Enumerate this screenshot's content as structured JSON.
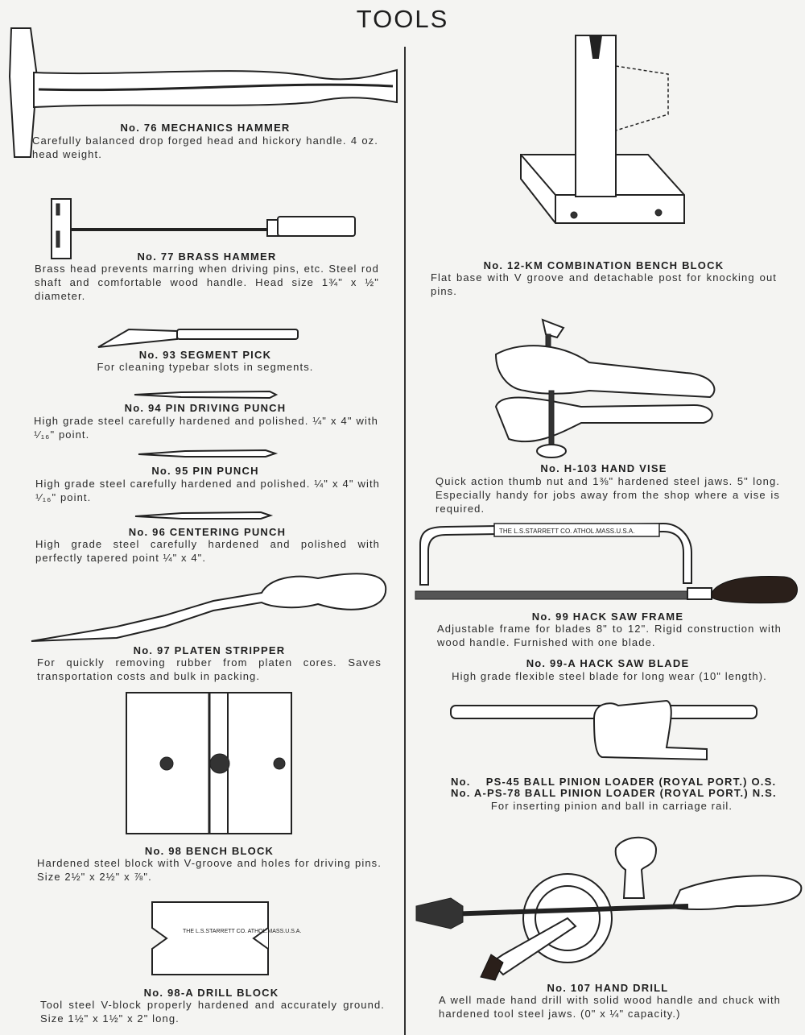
{
  "page_title": "TOOLS",
  "left_items": [
    {
      "heading": "No. 76 MECHANICS HAMMER",
      "description": "Carefully balanced drop forged head and hickory handle. 4 oz. head weight."
    },
    {
      "heading": "No. 77 BRASS HAMMER",
      "description": "Brass head prevents marring when driving pins, etc. Steel rod shaft and comfortable wood handle. Head size 1¾\" x ½\" diameter."
    },
    {
      "heading": "No. 93 SEGMENT PICK",
      "description": "For cleaning typebar slots in segments."
    },
    {
      "heading": "No. 94 PIN DRIVING PUNCH",
      "description": "High grade steel carefully hardened and polished. ¼\" x 4\" with ¹⁄₁₆\" point."
    },
    {
      "heading": "No. 95 PIN PUNCH",
      "description": "High grade steel carefully hardened and polished. ¼\" x 4\" with ¹⁄₁₆\" point."
    },
    {
      "heading": "No. 96 CENTERING PUNCH",
      "description": "High grade steel carefully hardened and polished with perfectly tapered point ¼\" x 4\"."
    },
    {
      "heading": "No. 97 PLATEN STRIPPER",
      "description": "For quickly removing rubber from platen cores. Saves transportation costs and bulk in packing."
    },
    {
      "heading": "No. 98 BENCH BLOCK",
      "description": "Hardened steel block with V-groove and holes for driving pins. Size 2½\" x 2½\" x ⅞\"."
    },
    {
      "heading": "No. 98-A DRILL BLOCK",
      "description": "Tool steel V-block properly hardened and accurately ground. Size 1½\" x 1½\" x 2\" long."
    }
  ],
  "right_items": [
    {
      "heading": "No. 12-KM COMBINATION BENCH BLOCK",
      "description": "Flat base with V groove and detachable post for knocking out pins."
    },
    {
      "heading": "No. H-103 HAND VISE",
      "description": "Quick action thumb nut and 1⅜\" hardened steel jaws. 5\" long. Especially handy for jobs away from the shop where a vise is required."
    },
    {
      "heading": "No. 99 HACK SAW FRAME",
      "description": "Adjustable frame for blades 8\" to 12\". Rigid construction with wood handle. Furnished with one blade."
    },
    {
      "heading": "No. 99-A HACK SAW BLADE",
      "description": "High grade flexible steel blade for long wear (10\" length)."
    },
    {
      "heading": "No.    PS-45 BALL PINION LOADER (ROYAL PORT.) O.S.",
      "heading2": "No. A-PS-78 BALL PINION LOADER (ROYAL PORT.) N.S.",
      "description": "For inserting pinion and ball in carriage rail."
    },
    {
      "heading": "No. 107 HAND DRILL",
      "description": "A well made hand drill with solid wood handle and chuck with hardened tool steel jaws. (0\" x ¼\" capacity.)"
    }
  ],
  "engravings": {
    "hacksaw": "THE L.S.STARRETT CO. ATHOL.MASS.U.S.A.",
    "drill_block": "THE L.S.STARRETT CO. ATHOL.MASS.U.S.A."
  }
}
